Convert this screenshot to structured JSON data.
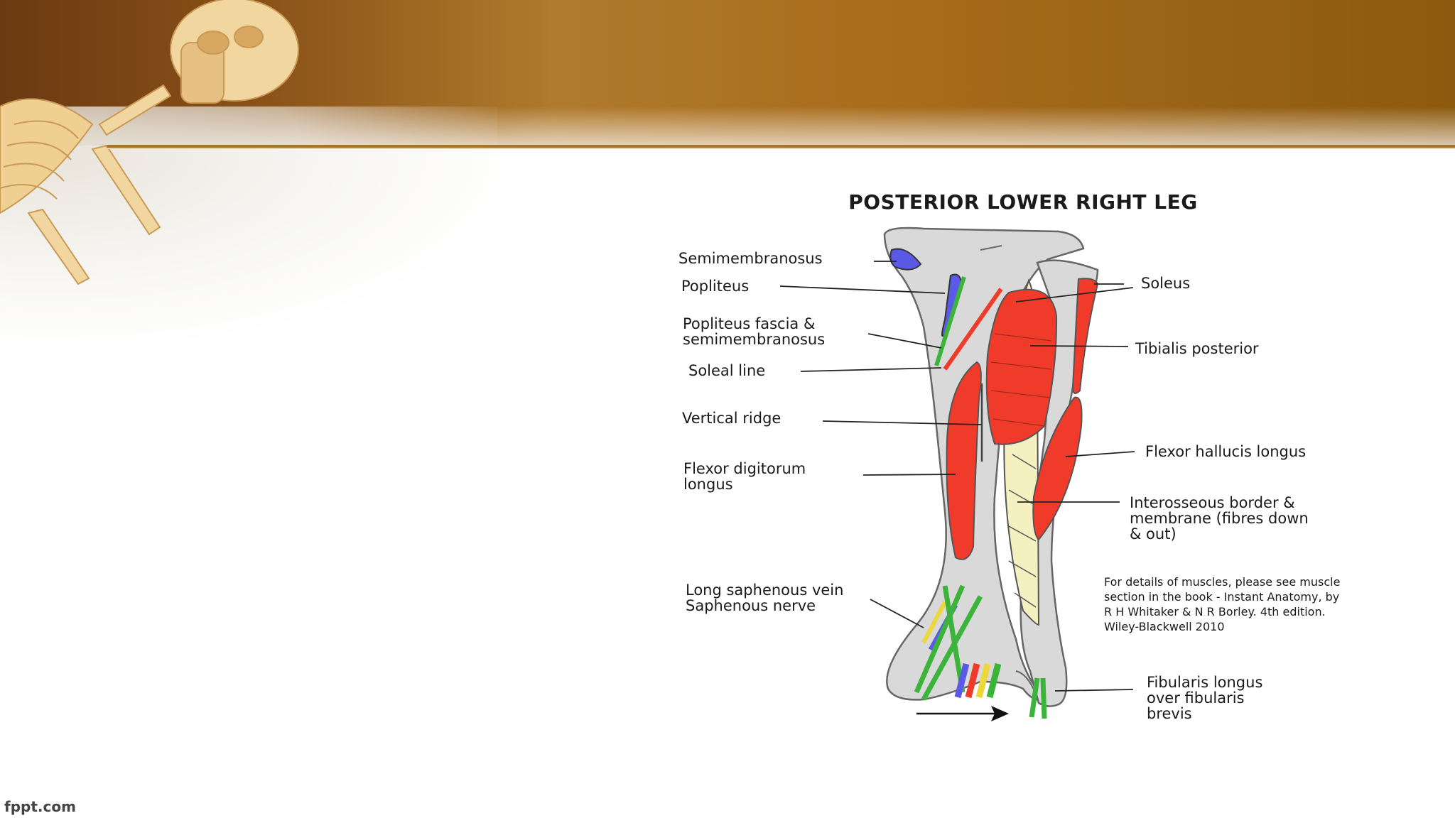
{
  "slide": {
    "title": "POSTERIOR LOWER RIGHT LEG",
    "footer_brand": "fppt.com"
  },
  "labels_left": {
    "semimembranosus": "Semimembranosus",
    "popliteus": "Popliteus",
    "popliteus_fascia": "Popliteus fascia &\nsemimembranosus",
    "soleal_line": "Soleal line",
    "vertical_ridge": "Vertical ridge",
    "flexor_digitorum": "Flexor digitorum\nlongus",
    "saphenous": "Long saphenous vein\nSaphenous nerve"
  },
  "labels_right": {
    "soleus": "Soleus",
    "tibialis_posterior": "Tibialis posterior",
    "flexor_hallucis": "Flexor hallucis longus",
    "interosseous": "Interosseous border &\nmembrane (fibres down\n& out)",
    "fibularis": "Fibularis longus\nover fibularis\nbrevis"
  },
  "note": "For details of muscles, please see muscle\nsection in the book - Instant Anatomy, by\nR H Whitaker & N R Borley. 4th edition.\nWiley-Blackwell 2010",
  "colors": {
    "muscle_red": "#f03a2a",
    "muscle_blue": "#5a5ae6",
    "tendon_green": "#3cb43c",
    "tendon_yellow": "#ecd83a",
    "membrane_cream": "#f4f0c0",
    "bone_grey": "#d9d9d9",
    "banner_brown": "#8a5218"
  }
}
